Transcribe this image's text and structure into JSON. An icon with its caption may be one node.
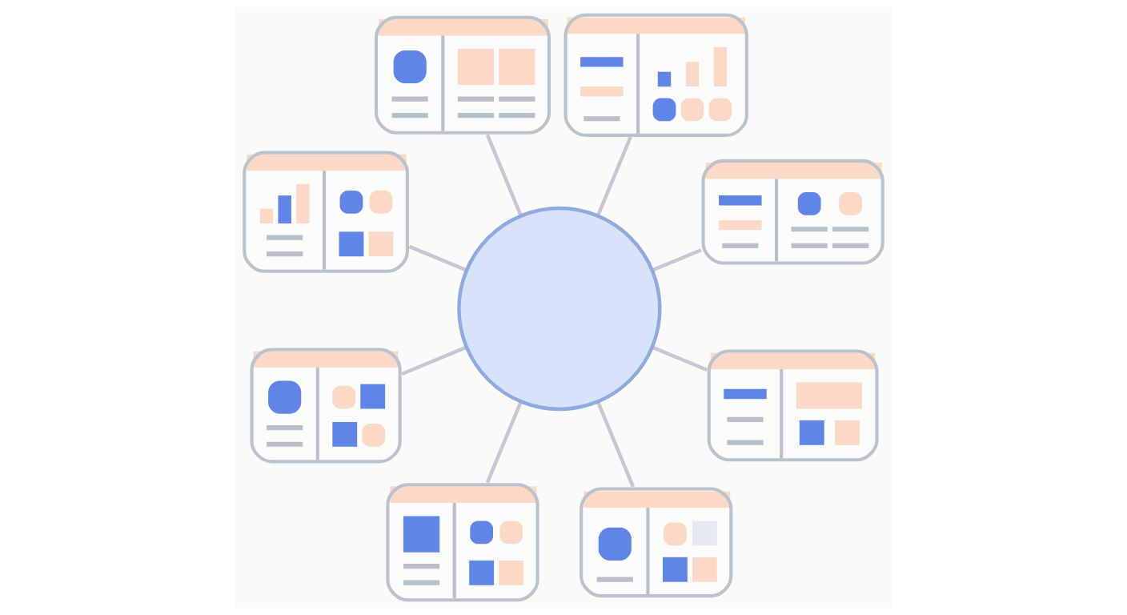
{
  "diagram": {
    "nodes": [
      {
        "text": [],
        "shape": "picture"
      },
      {
        "text": [],
        "shape": "picture"
      },
      {
        "text": [],
        "shape": "picture"
      },
      {
        "text": [],
        "shape": "picture"
      },
      {
        "text": [],
        "shape": "circle"
      },
      {
        "text": [],
        "shape": "picture"
      },
      {
        "text": [],
        "shape": "picture"
      },
      {
        "text": [],
        "shape": "picture"
      },
      {
        "text": [],
        "shape": "picture"
      }
    ],
    "edges": [
      {
        "from": 4,
        "to": 0,
        "arrow": "none"
      },
      {
        "from": 4,
        "to": 2,
        "arrow": "none"
      },
      {
        "from": 4,
        "to": 5,
        "arrow": "none"
      },
      {
        "from": 4,
        "to": 7,
        "arrow": "none"
      },
      {
        "from": 4,
        "to": 8,
        "arrow": "none"
      },
      {
        "from": 4,
        "to": 6,
        "arrow": "none"
      },
      {
        "from": 4,
        "to": 3,
        "arrow": "none"
      },
      {
        "from": 4,
        "to": 1,
        "arrow": "none"
      }
    ]
  }
}
